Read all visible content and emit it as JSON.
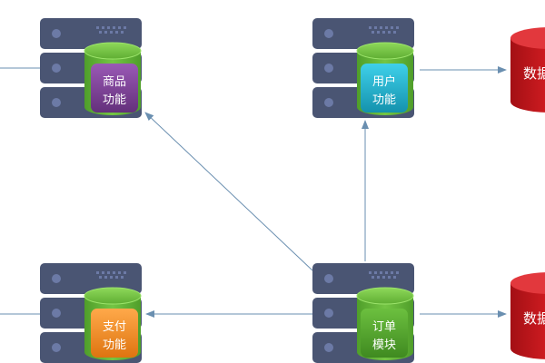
{
  "nodes": {
    "goods": {
      "line1": "商品",
      "line2": "功能"
    },
    "user": {
      "line1": "用户",
      "line2": "功能"
    },
    "payment": {
      "line1": "支付",
      "line2": "功能"
    },
    "order": {
      "line1": "订单",
      "line2": "模块"
    }
  },
  "databases": {
    "top": "数据",
    "bottom": "数据"
  },
  "colors": {
    "server_body": "#4a5573",
    "server_bay": "#3e4863",
    "server_light": "#6c7aa6",
    "cylinder_green": "#6dbf3b",
    "badge_purple": "#7d3f96",
    "badge_cyan": "#19aecb",
    "badge_orange": "#f08a1e",
    "badge_green": "#4b9b2a",
    "database_red": "#c4161c",
    "arrow": "#6a8fb0"
  }
}
